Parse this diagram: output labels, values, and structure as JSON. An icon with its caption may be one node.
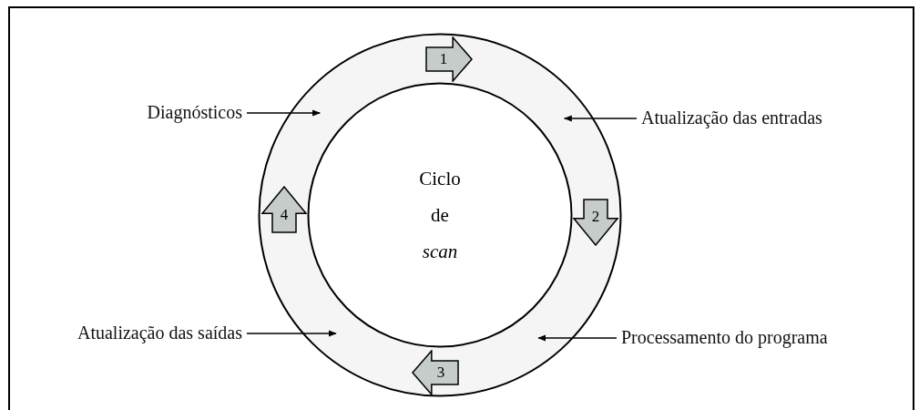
{
  "diagram": {
    "nodes": [
      {
        "text": [],
        "shape": "circle"
      },
      {
        "text": [
          "Ciclo de *scan*"
        ],
        "in": 0
      },
      {
        "text": [
          "1"
        ],
        "in": 0
      },
      {
        "text": [
          "2"
        ],
        "in": 0
      },
      {
        "text": [
          "3"
        ],
        "in": 0
      },
      {
        "text": [
          "4"
        ],
        "in": 0
      },
      {
        "text": [
          "Diagnósticos"
        ]
      },
      {
        "text": [
          "Atualização das entradas"
        ]
      },
      {
        "text": [
          "Atualização das saídas"
        ]
      },
      {
        "text": [
          "Processamento do programa"
        ]
      }
    ],
    "edges": [
      {
        "from": 6,
        "to": 0,
        "arrow": "to"
      },
      {
        "from": 7,
        "to": 0,
        "arrow": "to"
      },
      {
        "from": 8,
        "to": 0,
        "arrow": "to"
      },
      {
        "from": 9,
        "to": 0,
        "arrow": "to"
      }
    ]
  }
}
